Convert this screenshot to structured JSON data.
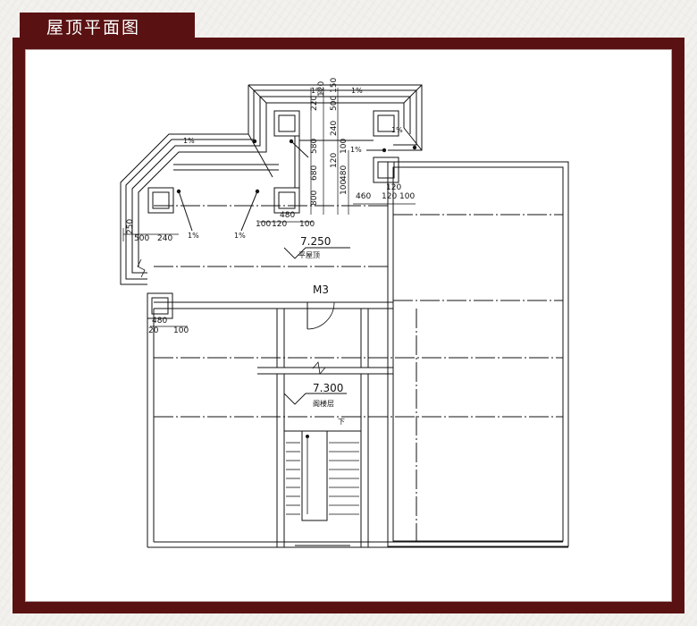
{
  "header": {
    "title": "屋顶平面图"
  },
  "drawing": {
    "elevations": [
      {
        "value": "7.250",
        "label": "平屋顶"
      },
      {
        "value": "7.300",
        "label": "阁楼层"
      }
    ],
    "door_tag": "M3",
    "stair_label": "下",
    "slope_marks": [
      "1%",
      "1%",
      "1%",
      "1%",
      "1%",
      "1%",
      "1%"
    ],
    "dimensions": {
      "top_vertical": [
        "220",
        "120",
        "500",
        "150"
      ],
      "mid_vertical": [
        "240",
        "100",
        "120"
      ],
      "left_vertical": [
        "580",
        "680",
        "800",
        "100"
      ],
      "mid_vertical_2": "480",
      "right_horizontal": [
        "460",
        "120",
        "100"
      ],
      "right_vertical": "120",
      "col_horizontal": [
        "100",
        "120",
        "100"
      ],
      "col_width": "480",
      "left_horizontal": [
        "500",
        "240"
      ],
      "left_vertical_small": "250",
      "bottom_col": [
        "480",
        "20",
        "100"
      ]
    }
  }
}
